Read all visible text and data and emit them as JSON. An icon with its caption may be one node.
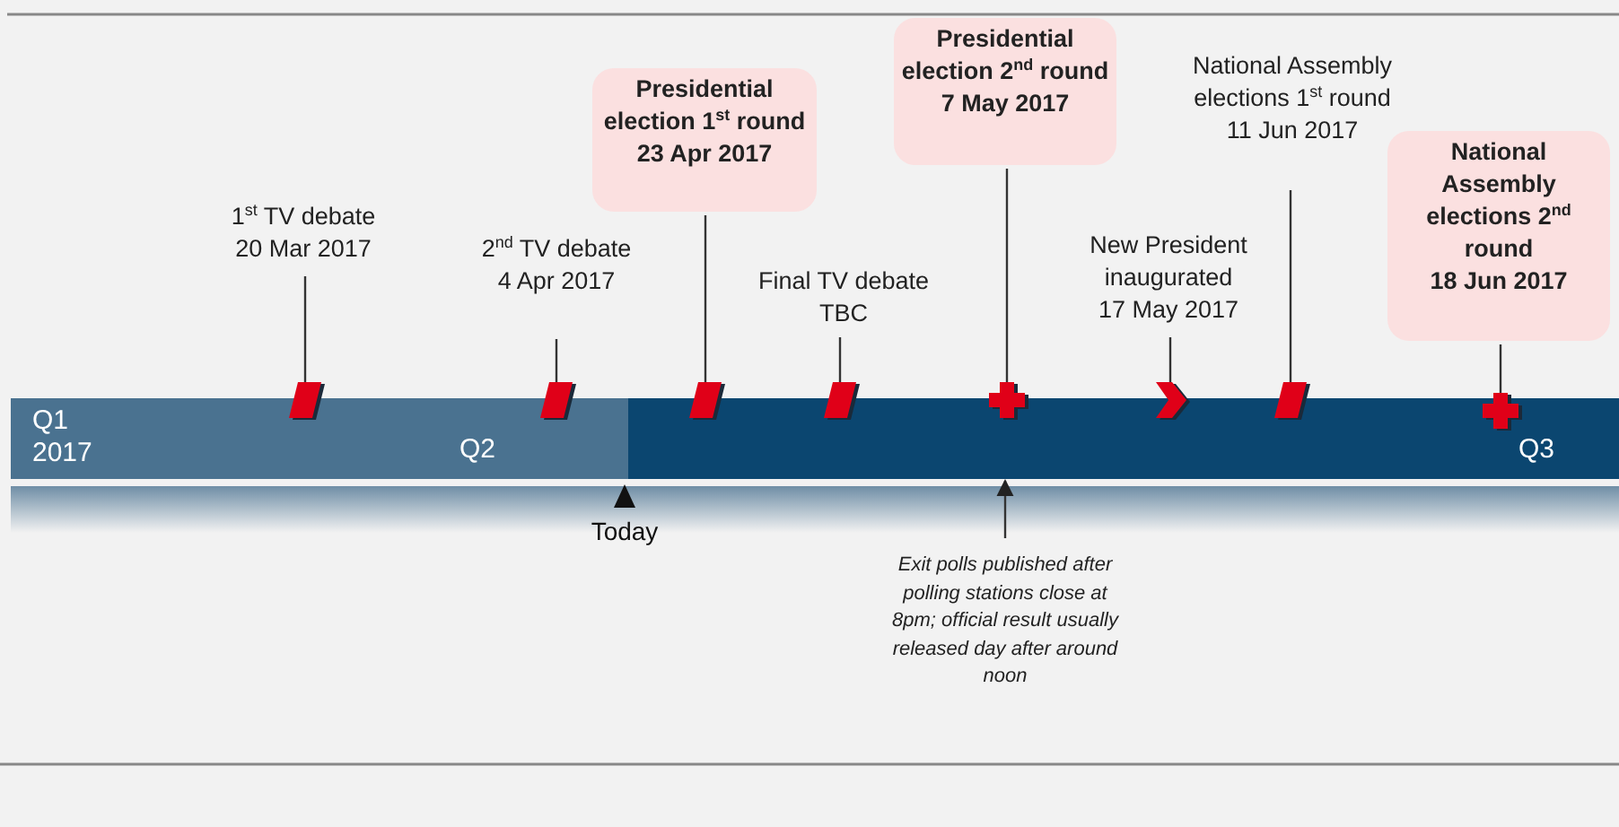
{
  "diagram": {
    "nodes": [
      {
        "text": [
          "1$^{st}$ TV debate",
          "20 Mar 2017"
        ]
      },
      {
        "text": [
          "2$^{nd}$ TV debate",
          "4 Apr 2017"
        ]
      },
      {
        "text": [
          "Presidential election 1$^{st}$ round",
          "23 Apr 2017"
        ]
      },
      {
        "text": [
          "Final TV debate",
          "TBC"
        ]
      },
      {
        "text": [
          "Presidential election 2$^{nd}$ round",
          "7 May 2017"
        ]
      },
      {
        "text": [
          "New President inaugurated",
          "17 May 2017"
        ]
      },
      {
        "text": [
          "National Assembly elections 1$^{st}$ round",
          "11 Jun 2017"
        ]
      },
      {
        "text": [
          "National Assembly elections 2$^{nd}$ round",
          "18 Jun 2017"
        ]
      },
      {
        "text": [],
        "shape": "bar"
      },
      {
        "text": [],
        "shape": "bar"
      },
      {
        "text": [],
        "shape": "bar"
      },
      {
        "text": [],
        "shape": "bar"
      },
      {
        "text": [],
        "shape": "cross"
      },
      {
        "text": [],
        "shape": "chevron"
      },
      {
        "text": [],
        "shape": "bar"
      },
      {
        "text": [],
        "shape": "cross"
      },
      {
        "text": [
          "Q1 2017",
          "Q2",
          "Q3"
        ]
      },
      {
        "text": [
          "Exit polls published after polling stations close at 8pm; official result usually released day after around noon"
        ]
      }
    ],
    "edges": [
      {
        "from": 0,
        "to": 8,
        "arrow": "none"
      },
      {
        "from": 1,
        "to": 9,
        "arrow": "none"
      },
      {
        "from": 2,
        "to": 10,
        "arrow": "none"
      },
      {
        "from": 3,
        "to": 11,
        "arrow": "none"
      },
      {
        "from": 4,
        "to": 12,
        "arrow": "none"
      },
      {
        "from": 5,
        "to": 13,
        "arrow": "none"
      },
      {
        "from": 6,
        "to": 14,
        "arrow": "none"
      },
      {
        "from": 7,
        "to": 15,
        "arrow": "none"
      },
      {
        "from": 17,
        "to": 16,
        "arrow": "to"
      }
    ],
    "labels": [
      "Today"
    ]
  }
}
